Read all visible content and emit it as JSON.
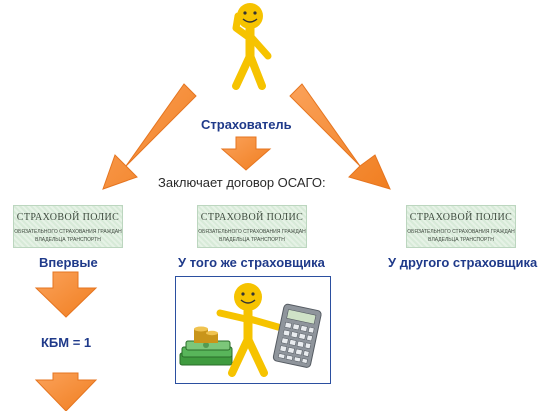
{
  "diagram": {
    "top_label": "Страхователь",
    "contract_label": "Заключает договор ОСАГО:",
    "policy": {
      "title": "СТРАХОВОЙ ПОЛИС",
      "line1": "ОБЯЗАТЕЛЬНОГО СТРАХОВАНИЯ ГРАЖДАН",
      "line2": "ВЛАДЕЛЬЦА ТРАНСПОРТН"
    },
    "branches": [
      {
        "label": "Впервые"
      },
      {
        "label": "У того же страховщика"
      },
      {
        "label": "У другого страховщика"
      }
    ],
    "kbm_label": "КБМ = 1",
    "colors": {
      "arrow": "#f7923a",
      "arrow_edge": "#e57520",
      "figure": "#f6c300",
      "text": "#1f3a8a",
      "box_border": "#2b4fa0"
    }
  }
}
